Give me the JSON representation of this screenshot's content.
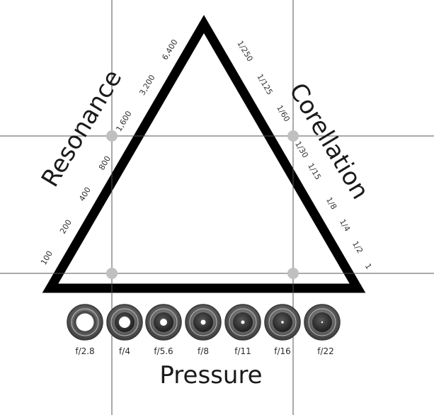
{
  "titles": {
    "left": "Resonance",
    "right": "Corellation",
    "bottom": "Pressure"
  },
  "left_scale": [
    "100",
    "200",
    "400",
    "800",
    "1,600",
    "3,200",
    "6,400"
  ],
  "right_scale": [
    "1/250",
    "1/125",
    "1/60",
    "1/30",
    "1/15",
    "1/8",
    "1/4",
    "1/2",
    "1"
  ],
  "apertures": [
    "f/2.8",
    "f/4",
    "f/5.6",
    "f/8",
    "f/11",
    "f/16",
    "f/22"
  ],
  "colors": {
    "triangle": "#000000",
    "guide_lines": "#555555",
    "markers": "#c0c0c0"
  }
}
